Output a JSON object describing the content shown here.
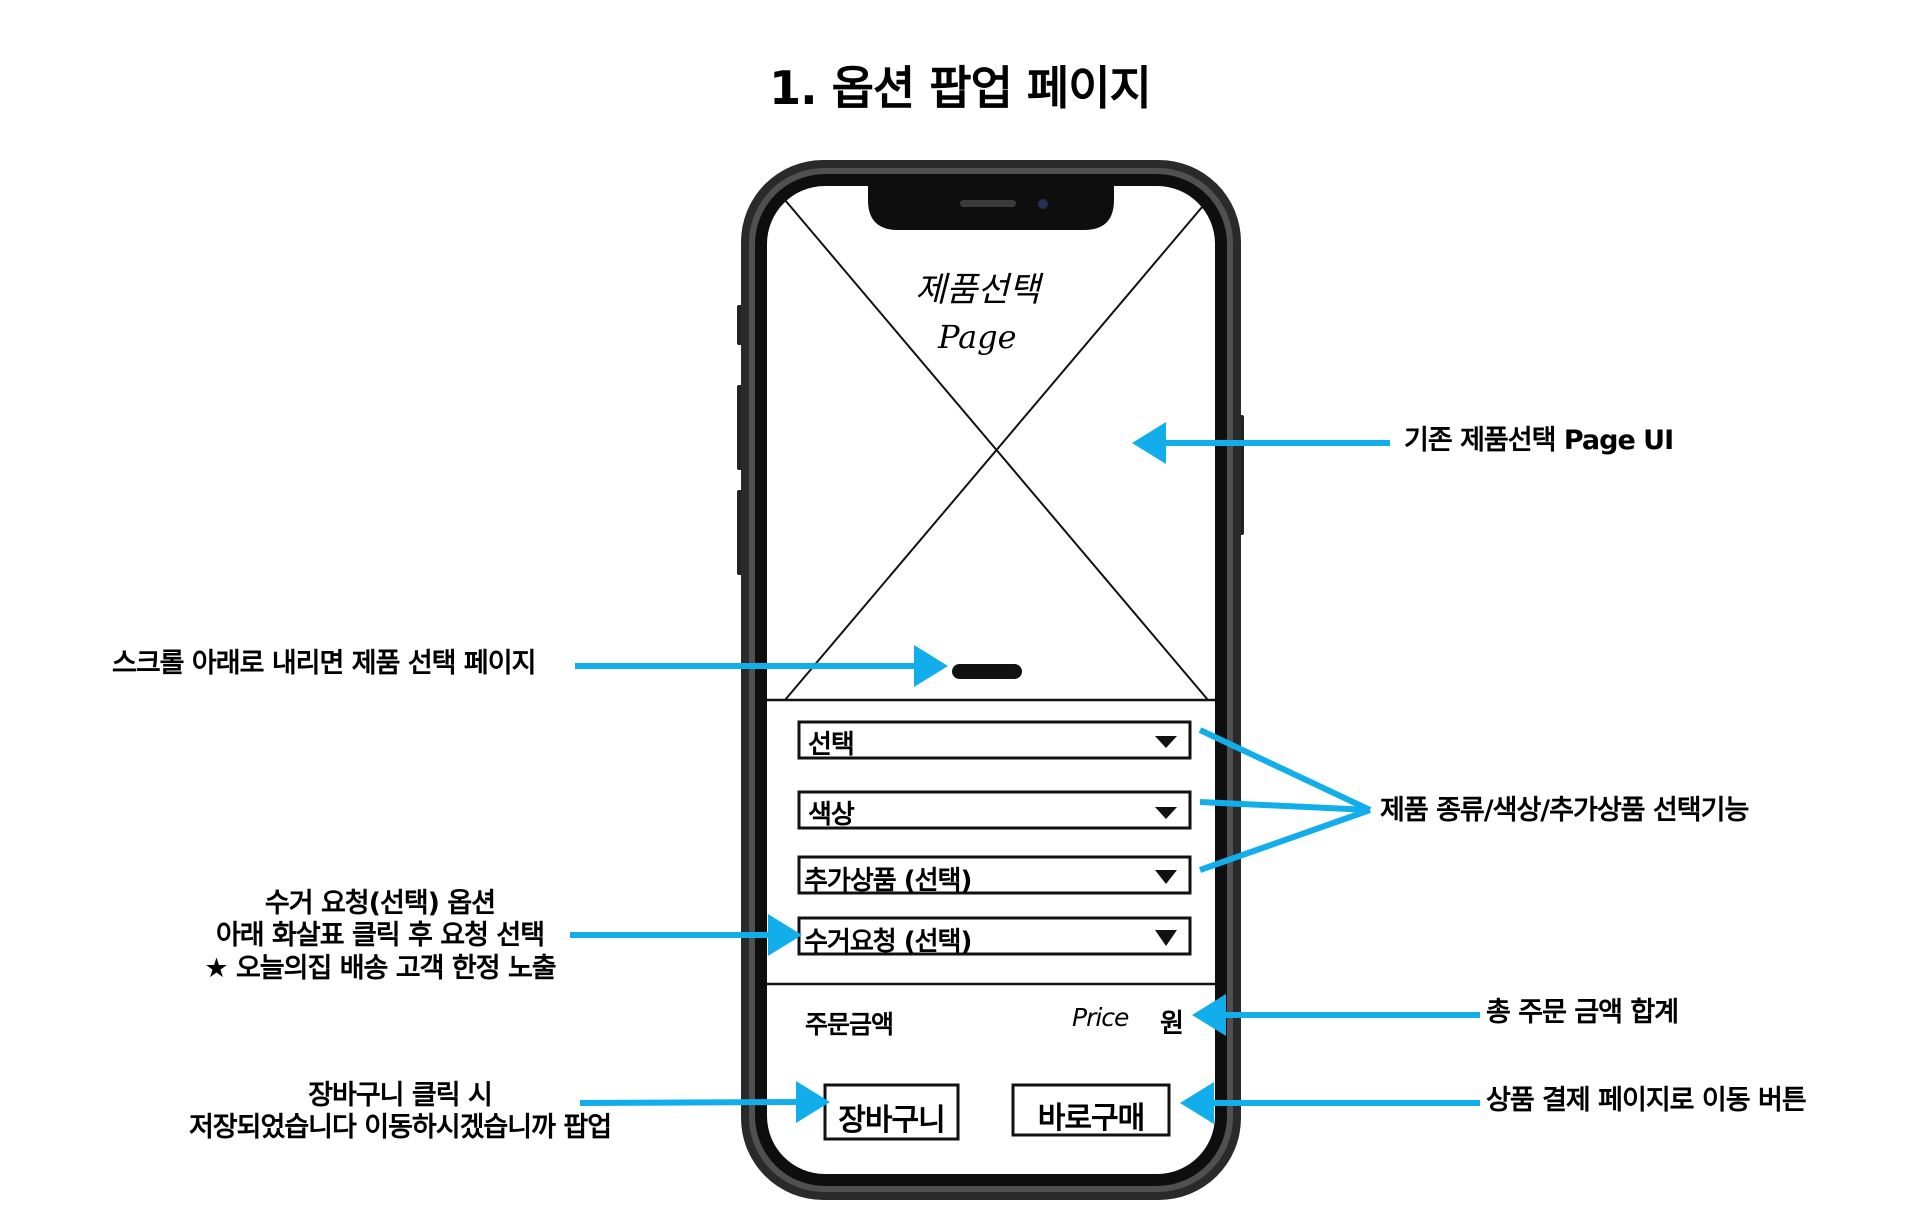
{
  "title": "1. 옵션 팝업 페이지",
  "phone": {
    "placeholder_title": "제품선택",
    "placeholder_subtitle": "Page",
    "dropdowns": [
      {
        "label": "선택"
      },
      {
        "label": "색상"
      },
      {
        "label": "추가상품 (선택)"
      },
      {
        "label": "수거요청 (선택)"
      }
    ],
    "total_label": "주문금액",
    "price_label": "Price",
    "currency_label": "원",
    "cart_button": "장바구니",
    "buy_button": "바로구매"
  },
  "annotations": {
    "existing_page": "기존 제품선택 Page UI",
    "scroll": "스크롤 아래로 내리면 제품 선택 페이지",
    "selection": "제품 종류/색상/추가상품 선택기능",
    "pickup": [
      "수거 요청(선택) 옵션",
      "아래 화살표 클릭 후 요청 선택",
      "★ 오늘의집 배송 고객 한정 노출"
    ],
    "total": "총 주문 금액 합계",
    "cart": [
      "장바구니 클릭 시",
      "저장되었습니다 이동하시겠습니까 팝업"
    ],
    "checkout": "상품 결제 페이지로 이동 버튼"
  },
  "colors": {
    "arrow": "#12AEEC",
    "frame": "#1a1a1a",
    "sketch": "#111111"
  }
}
